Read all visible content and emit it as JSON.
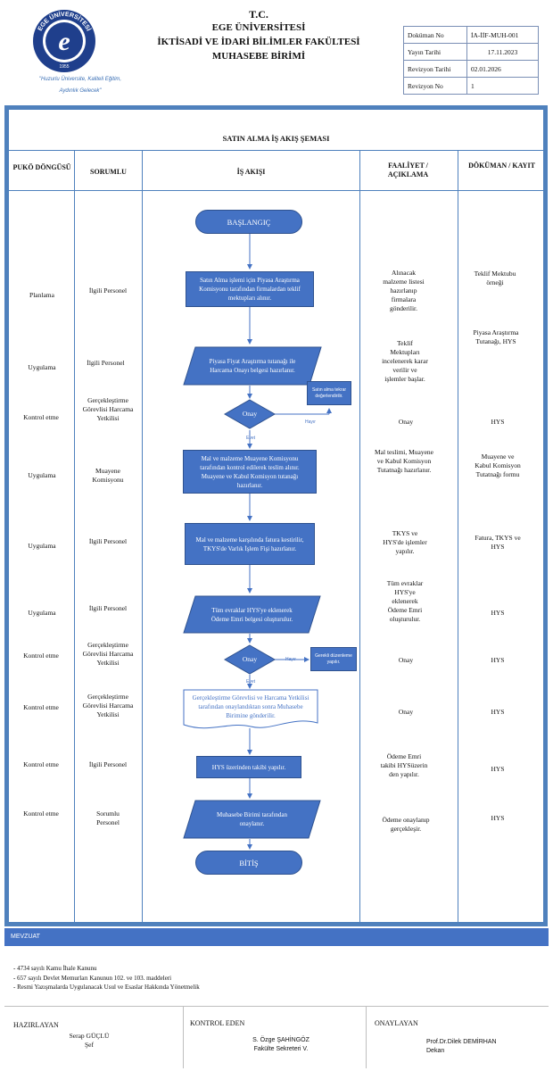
{
  "header": {
    "logo_text": "EGE ÜNİVERSİTESİ",
    "logo_year": "1955",
    "line1": "T.C.",
    "line2": "EGE ÜNİVERSİTESİ",
    "line3": "İKTİSADİ VE İDARİ BİLİMLER FAKÜLTESİ",
    "line4": "MUHASEBE BİRİMİ",
    "motto_1": "\"Huzurlu Üniversite, Kaliteli Eğitim,",
    "motto_2": "Aydınlık Gelecek\""
  },
  "doc_info": [
    {
      "key": "Doküman No",
      "value": "İA-İİF-MUH-001"
    },
    {
      "key": "Yayın Tarihi",
      "value": "17.11.2023"
    },
    {
      "key": "Revizyon Tarihi",
      "value": "02.01.2026"
    },
    {
      "key": "Revizyon No",
      "value": "1"
    }
  ],
  "title": "SATIN ALMA İŞ AKIŞ ŞEMASI",
  "columns": {
    "puko": "PUKÖ DÖNGÜSÜ",
    "sorumlu": "SORUMLU",
    "is_akisi": "İŞ AKIŞI",
    "faaliyet": "FAALİYET / AÇIKLAMA",
    "dokuman": "DÖKÜMAN / KAYIT"
  },
  "flow": {
    "start": "BAŞLANGIÇ",
    "step1": "Satın Alma işlemi için Piyasa Araştırma Komisyonu tarafından firmalardan teklif mektupları alınır.",
    "step2": "Piyasa Fiyat Araştırma tutanağı ile Harcama Onayı belgesi hazırlanır.",
    "decision1": "Onay",
    "no1_label": "Hayır",
    "no1_box": "Satın alma tekrar değerlendirilir.",
    "yes1_label": "Evet",
    "step3": "Mal ve malzeme Muayene Komisyonu tarafından kontrol edilerek teslim alınır. Muayene ve Kabul Komisyon tutanağı   hazırlanır.",
    "step4": "Mal ve malzeme karşılında fatura kestirilir, TKYS'de Varlık İşlem Fişi hazırlanır.",
    "step5": "Tüm evraklar HYS'ye eklenerek Ödeme Emri belgesi oluşturulur.",
    "decision2": "Onay",
    "no2_label": "Hayır",
    "no2_box": "Gerekli düzenleme yapılır.",
    "yes2_label": "Evet",
    "step6": "Gerçekleştirme Görevlisi ve Harcama Yetkilisi tarafından onaylandıktan sonra Muhasebe Birimine gönderilir.",
    "step7": "HYS üzerinden takibi yapılır.",
    "step8": "Muhasebe Birimi tarafından onaylanır.",
    "end": "BİTİŞ"
  },
  "rows": [
    {
      "puko": "Planlama",
      "sorumlu": "İlgili Personel",
      "faaliyet": "Alınacak malzeme listesi hazırlanıp firmalara gönderilir.",
      "dokuman": "Teklif Mektubu örneği"
    },
    {
      "puko": "Uygulama",
      "sorumlu": "İlgili Personel",
      "faaliyet": "Teklif Mektupları incelenerek karar verilir ve işlemler başlar.",
      "dokuman": "Piyasa Araştırma Tutanağı, HYS"
    },
    {
      "puko": "Kontrol etme",
      "sorumlu": "Gerçekleştirme Görevlisi Harcama Yetkilisi",
      "faaliyet": "Onay",
      "dokuman": "HYS"
    },
    {
      "puko": "Uygulama",
      "sorumlu": "Muayene Komisyonu",
      "faaliyet": "Mal teslimi, Muayene ve Kabul Komisyon Tutatnağı hazırlanır.",
      "dokuman": "Muayene ve Kabul Komisyon Tutatnağı formu"
    },
    {
      "puko": "Uygulama",
      "sorumlu": "İlgili Personel",
      "faaliyet": "TKYS ve HYS'de işlemler yapılır.",
      "dokuman": "Fatura, TKYS ve HYS"
    },
    {
      "puko": "Uygulama",
      "sorumlu": "İlgili Personel",
      "faaliyet": "Tüm evraklar HYS'ye eklenerek Ödeme Emri oluşturulur.",
      "dokuman": "HYS"
    },
    {
      "puko": "Kontrol etme",
      "sorumlu": "Gerçekleştirme Görevlisi Harcama Yetkilisi",
      "faaliyet": "Onay",
      "dokuman": "HYS"
    },
    {
      "puko": "Kontrol etme",
      "sorumlu": "Gerçekleştirme Görevlisi Harcama Yetkilisi",
      "faaliyet": "Onay",
      "dokuman": "HYS"
    },
    {
      "puko": "Kontrol etme",
      "sorumlu": "İlgili Personel",
      "faaliyet": "Ödeme Emri takibi HYSüzerin den yapılır.",
      "dokuman": "HYS"
    },
    {
      "puko": "Kontrol etme",
      "sorumlu": "Sorumlu Personel",
      "faaliyet": "Ödeme onaylanıp gerçekleşir.",
      "dokuman": "HYS"
    }
  ],
  "mevzuat": {
    "title": "MEVZUAT",
    "items": [
      "- 4734 sayılı Kamu İhale Kanunu",
      "- 657 sayılı Devlet Memurları Kanunun 102. ve 103. maddeleri",
      "- Resmi Yazışmalarda Uygulanacak Usul ve Esaslar Hakkında Yönetmelik"
    ]
  },
  "signatures": {
    "hazirlayan_label": "HAZIRLAYAN",
    "hazirlayan_name": "Serap GÜÇLÜ",
    "hazirlayan_title": "Şef",
    "kontrol_label": "KONTROL EDEN",
    "kontrol_name": "S. Özge ŞAHİNGÖZ",
    "kontrol_title": "Fakülte Sekreteri V.",
    "onay_label": "ONAYLAYAN",
    "onay_name": "Prof.Dr.Dilek DEMİRHAN",
    "onay_title": "Dekan"
  },
  "colors": {
    "frame": "#4f81bd",
    "box": "#4472c4",
    "box_border": "#2f528f"
  }
}
